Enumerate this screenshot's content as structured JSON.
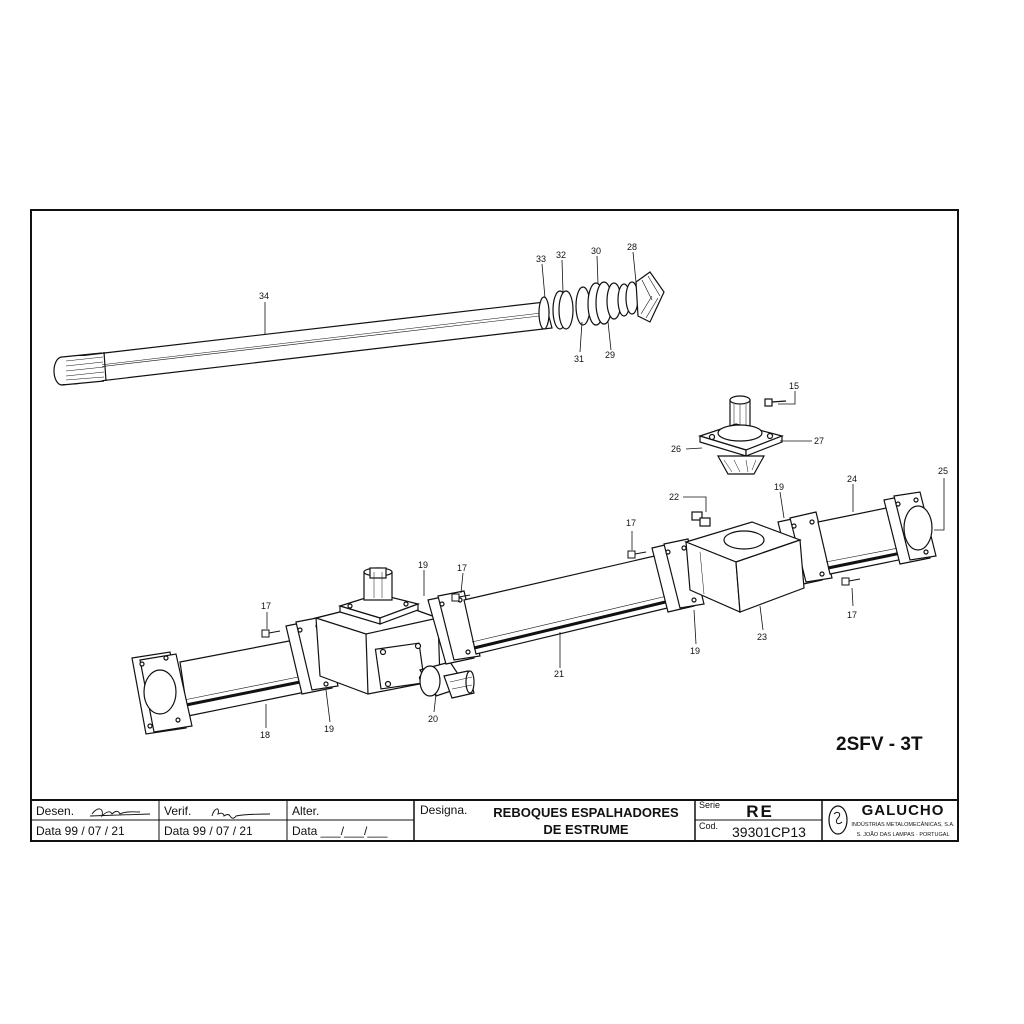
{
  "drawing": {
    "model": "2SFV - 3T",
    "callouts": [
      {
        "id": "c34",
        "label": "34"
      },
      {
        "id": "c33",
        "label": "33"
      },
      {
        "id": "c32",
        "label": "32"
      },
      {
        "id": "c30",
        "label": "30"
      },
      {
        "id": "c28",
        "label": "28"
      },
      {
        "id": "c31",
        "label": "31"
      },
      {
        "id": "c29",
        "label": "29"
      },
      {
        "id": "c15",
        "label": "15"
      },
      {
        "id": "c27",
        "label": "27"
      },
      {
        "id": "c26",
        "label": "26"
      },
      {
        "id": "c25",
        "label": "25"
      },
      {
        "id": "c24",
        "label": "24"
      },
      {
        "id": "c19a",
        "label": "19"
      },
      {
        "id": "c22",
        "label": "22"
      },
      {
        "id": "c17a",
        "label": "17"
      },
      {
        "id": "c17b",
        "label": "17"
      },
      {
        "id": "c19b",
        "label": "19"
      },
      {
        "id": "c17c",
        "label": "17"
      },
      {
        "id": "c17d",
        "label": "17"
      },
      {
        "id": "c23",
        "label": "23"
      },
      {
        "id": "c19c",
        "label": "19"
      },
      {
        "id": "c21",
        "label": "21"
      },
      {
        "id": "c18",
        "label": "18"
      },
      {
        "id": "c19d",
        "label": "19"
      },
      {
        "id": "c20",
        "label": "20"
      }
    ]
  },
  "title_block": {
    "desen_label": "Desen.",
    "verif_label": "Verif.",
    "alter_label": "Alter.",
    "data_desen": "Data 99 / 07 / 21",
    "data_verif": "Data 99 / 07 / 21",
    "data_alter": "Data ___/___/___",
    "designa_label": "Designa.",
    "designation_line1": "REBOQUES ESPALHADORES",
    "designation_line2": "DE ESTRUME",
    "serie_label": "Serie",
    "serie_value": "RE",
    "cod_label": "Cod.",
    "cod_value": "39301CP13",
    "company_name": "GALUCHO",
    "company_line1": "INDÚSTRIAS METALOMECÂNICAS, S.A.",
    "company_line2": "S. JOÃO DAS LAMPAS · PORTUGAL"
  }
}
